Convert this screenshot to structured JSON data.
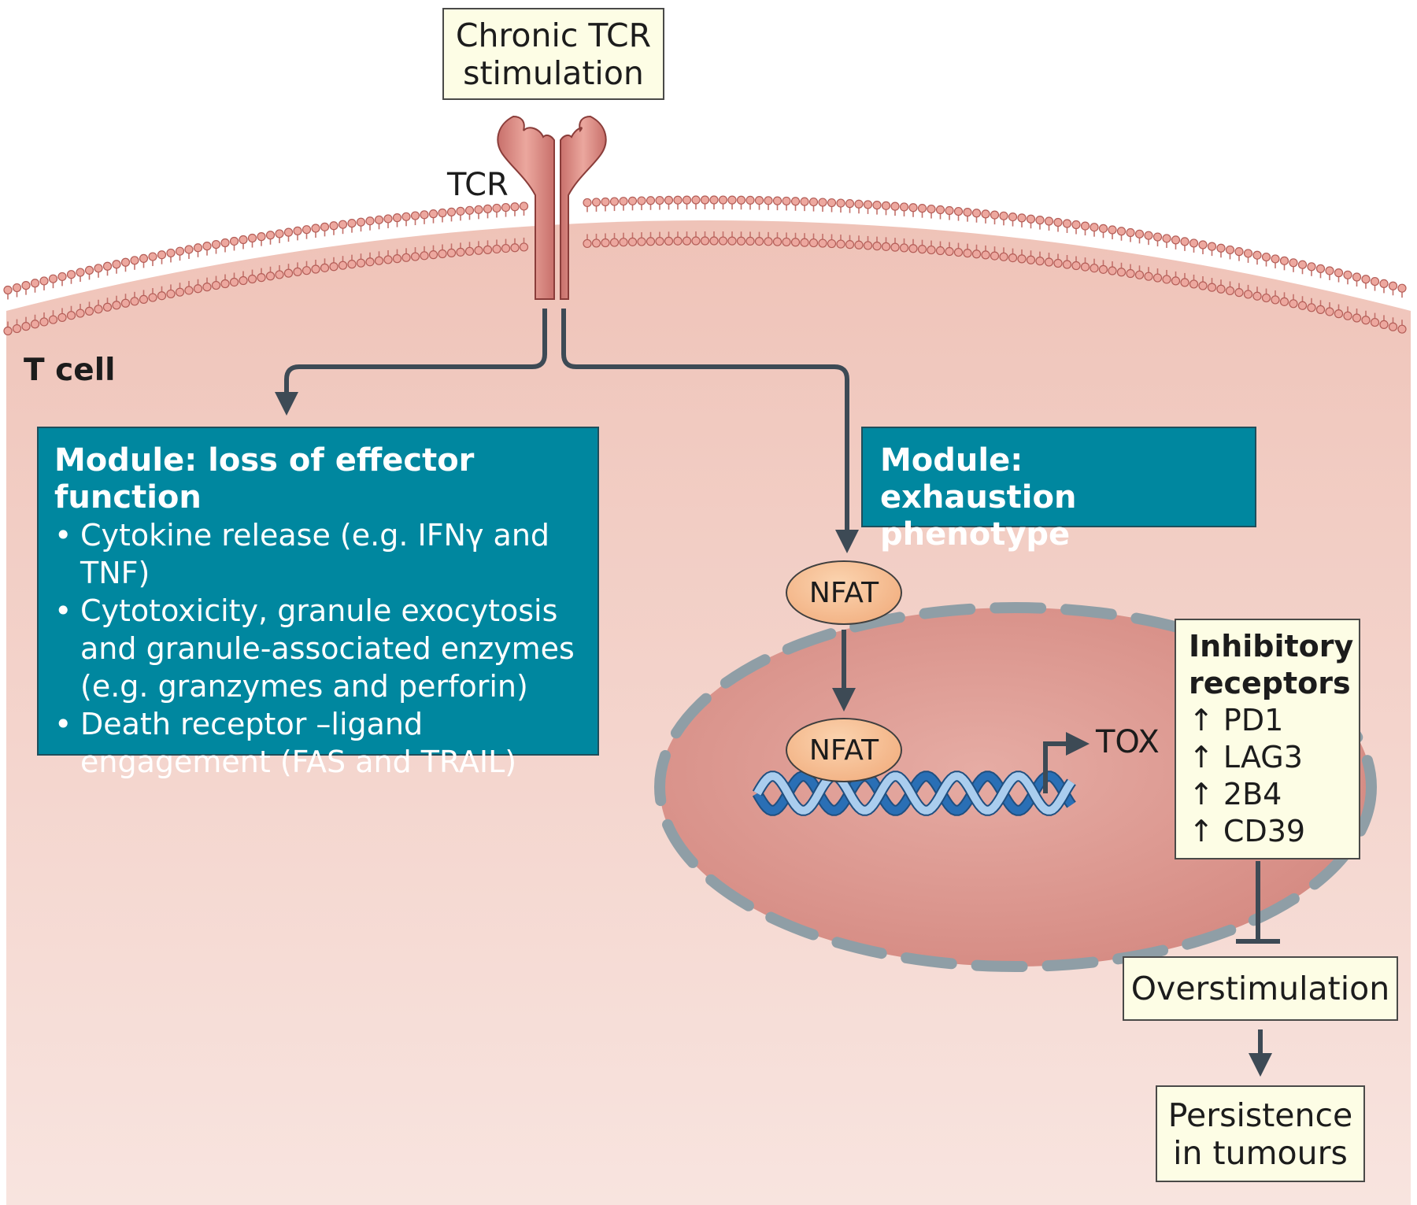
{
  "stimulus_box": {
    "line1": "Chronic TCR",
    "line2": "stimulation"
  },
  "tcr_label": "TCR",
  "cell_label": "T cell",
  "module_effector": {
    "title": "Module: loss of effector function",
    "items": [
      "Cytokine release (e.g. IFNγ and TNF)",
      "Cytotoxicity, granule exocytosis and granule-associated enzymes (e.g. granzymes and perforin)",
      "Death receptor –ligand engagement (FAS and TRAIL)"
    ]
  },
  "module_exhaustion": {
    "title_line1": "Module:",
    "title_line2": "exhaustion phenotype"
  },
  "nfat_cytoplasm": "NFAT",
  "nfat_nucleus": "NFAT",
  "tox_label": "TOX",
  "inhibitory_receptors": {
    "title_line1": "Inhibitory",
    "title_line2": "receptors",
    "items": [
      "PD1",
      "LAG3",
      "2B4",
      "CD39"
    ]
  },
  "overstimulation": "Overstimulation",
  "persistence": {
    "line1": "Persistence",
    "line2": "in tumours"
  },
  "colors": {
    "cytoplasm": "#f2cdc4",
    "nucleus": "#d98e86",
    "module_box": "#00879f",
    "label_box": "#fdfde5",
    "arrow": "#3d4a55",
    "dna_light": "#aacdee",
    "dna_dark": "#2a6fb5"
  }
}
